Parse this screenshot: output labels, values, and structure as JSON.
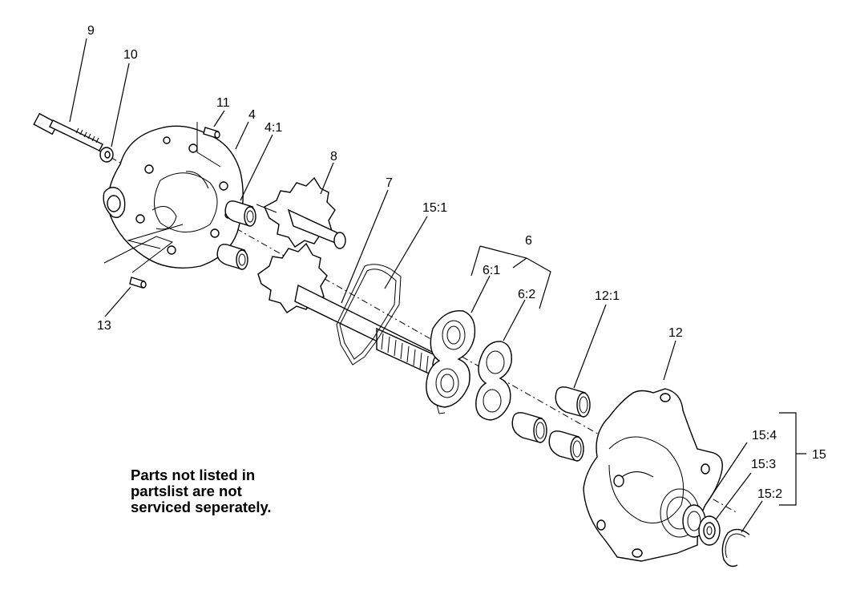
{
  "callouts": {
    "c9": "9",
    "c10": "10",
    "c11": "11",
    "c4": "4",
    "c4_1": "4:1",
    "c8": "8",
    "c7": "7",
    "c15_1": "15:1",
    "c6": "6",
    "c6_1": "6:1",
    "c6_2": "6:2",
    "c12_1": "12:1",
    "c12": "12",
    "c13": "13",
    "c15": "15",
    "c15_4": "15:4",
    "c15_3": "15:3",
    "c15_2": "15:2"
  },
  "note": {
    "line1": "Parts not listed in",
    "line2": "partslist are not",
    "line3": "serviced seperately."
  }
}
